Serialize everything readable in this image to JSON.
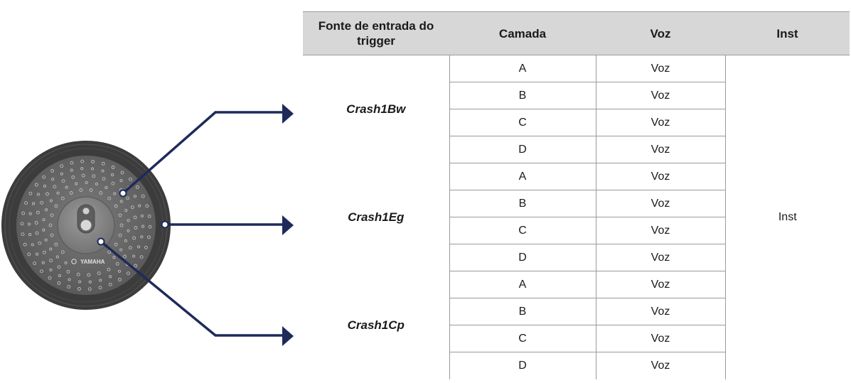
{
  "figure": {
    "logo_text": "YAMAHA"
  },
  "table": {
    "headers": {
      "source": "Fonte de entrada do trigger",
      "layer": "Camada",
      "voice": "Voz",
      "inst": "Inst"
    },
    "inst_value": "Inst",
    "groups": [
      {
        "source": "Crash1Bw",
        "rows": [
          {
            "layer": "A",
            "voice": "Voz"
          },
          {
            "layer": "B",
            "voice": "Voz"
          },
          {
            "layer": "C",
            "voice": "Voz"
          },
          {
            "layer": "D",
            "voice": "Voz"
          }
        ]
      },
      {
        "source": "Crash1Eg",
        "rows": [
          {
            "layer": "A",
            "voice": "Voz"
          },
          {
            "layer": "B",
            "voice": "Voz"
          },
          {
            "layer": "C",
            "voice": "Voz"
          },
          {
            "layer": "D",
            "voice": "Voz"
          }
        ]
      },
      {
        "source": "Crash1Cp",
        "rows": [
          {
            "layer": "A",
            "voice": "Voz"
          },
          {
            "layer": "B",
            "voice": "Voz"
          },
          {
            "layer": "C",
            "voice": "Voz"
          },
          {
            "layer": "D",
            "voice": "Voz"
          }
        ]
      }
    ]
  },
  "colors": {
    "arrow": "#1e2a5a",
    "header_bg": "#d7d7d7",
    "pad_dark": "#3c3c3c",
    "pad_mid": "#666666",
    "pad_bell": "#8a8a8a"
  }
}
